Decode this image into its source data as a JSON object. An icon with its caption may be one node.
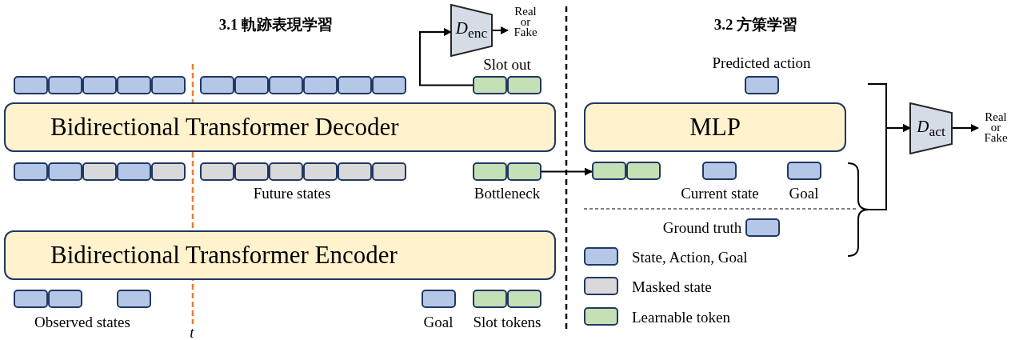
{
  "diagram": {
    "nodes": [
      {
        "text": [
          "*D*$_{enc}$"
        ]
      },
      {
        "text": [
          "Real or Fake"
        ]
      },
      {
        "text": [],
        "shape": "box"
      },
      {
        "text": [],
        "shape": "box"
      },
      {
        "text": [],
        "shape": "box"
      },
      {
        "text": [],
        "shape": "box"
      },
      {
        "text": [],
        "shape": "box"
      },
      {
        "text": [],
        "shape": "box"
      },
      {
        "text": [],
        "shape": "box"
      },
      {
        "text": [],
        "shape": "box"
      },
      {
        "text": [],
        "shape": "box"
      },
      {
        "text": [],
        "shape": "box"
      },
      {
        "text": [],
        "shape": "box"
      },
      {
        "text": [],
        "shape": "box"
      },
      {
        "text": [],
        "shape": "box"
      },
      {
        "text": [],
        "shape": "box"
      },
      {
        "text": [
          "Bidirectional Transformer Decoder"
        ]
      },
      {
        "text": [
          "MLP"
        ]
      },
      {
        "text": [
          "*D*$_{act}$"
        ]
      },
      {
        "text": [
          "Real or Fake"
        ]
      },
      {
        "text": [],
        "shape": "box"
      },
      {
        "text": [],
        "shape": "box"
      },
      {
        "text": [],
        "shape": "box"
      },
      {
        "text": [],
        "shape": "box"
      },
      {
        "text": [],
        "shape": "box"
      },
      {
        "text": [],
        "shape": "box"
      },
      {
        "text": [],
        "shape": "box"
      },
      {
        "text": [],
        "shape": "box"
      },
      {
        "text": [],
        "shape": "box"
      },
      {
        "text": [],
        "shape": "box"
      },
      {
        "text": [],
        "shape": "box"
      },
      {
        "text": [],
        "shape": "box"
      },
      {
        "text": [],
        "shape": "box"
      },
      {
        "text": [],
        "shape": "box"
      },
      {
        "text": [],
        "shape": "box"
      },
      {
        "text": [],
        "shape": "box"
      },
      {
        "text": [],
        "shape": "box"
      },
      {
        "text": [],
        "shape": "box"
      },
      {
        "text": [
          "Bidirectional Transformer Encoder"
        ]
      },
      {
        "text": [],
        "shape": "box"
      },
      {
        "text": [],
        "shape": "box"
      },
      {
        "text": [],
        "shape": "box"
      },
      {
        "text": [],
        "shape": "box"
      },
      {
        "text": [],
        "shape": "box"
      },
      {
        "text": [],
        "shape": "box"
      },
      {
        "text": [],
        "shape": "brace"
      }
    ],
    "edges": [
      {
        "from": 13,
        "to": 0,
        "arrow": "to"
      },
      {
        "from": 0,
        "to": 1,
        "arrow": "to"
      },
      {
        "from": 32,
        "to": 33,
        "arrow": "to"
      },
      {
        "from": null,
        "to": 18,
        "arrow": "to"
      },
      {
        "from": 45,
        "to": 18,
        "arrow": "to"
      },
      {
        "from": 18,
        "to": 19,
        "arrow": "to"
      }
    ],
    "labels": [
      "3.1 軌跡表現学習",
      "3.2 方策学習",
      "Slot out",
      "Predicted action",
      "Future states",
      "Bottleneck",
      "Current state",
      "Goal",
      "Ground truth",
      "Observed states",
      "t",
      "Goal",
      "Slot tokens"
    ],
    "legend": [
      {
        "text": "State, Action, Goal",
        "color": "#b4c7e7"
      },
      {
        "text": "Masked state",
        "color": "#d9d9d9"
      },
      {
        "text": "Learnable token",
        "color": "#c5e0b4"
      }
    ]
  }
}
